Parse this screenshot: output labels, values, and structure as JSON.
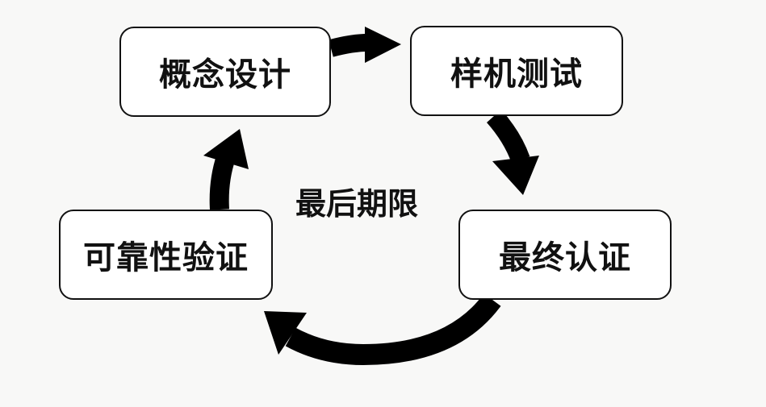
{
  "diagram": {
    "center_label": "最后期限",
    "stages": [
      {
        "label": "概念设计"
      },
      {
        "label": "样机测试"
      },
      {
        "label": "最终认证"
      },
      {
        "label": "可靠性验证"
      }
    ],
    "flow": [
      "概念设计 → 样机测试",
      "样机测试 → 最终认证",
      "最终认证 → 可靠性验证",
      "可靠性验证 → 概念设计"
    ]
  }
}
